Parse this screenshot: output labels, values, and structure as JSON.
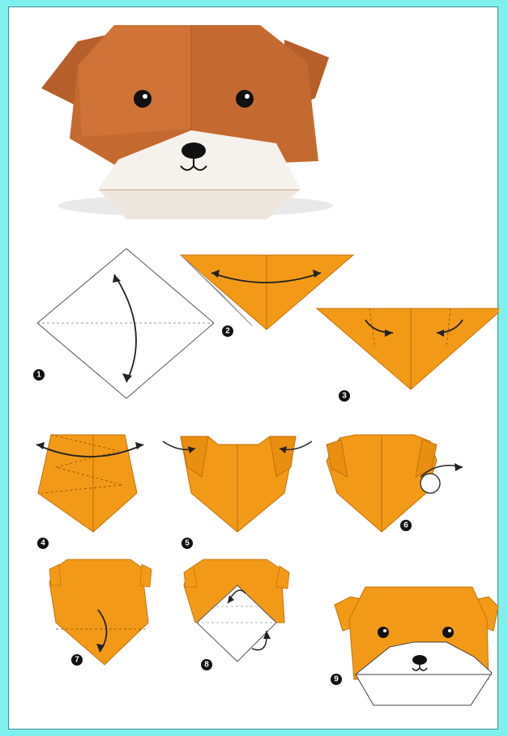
{
  "colors": {
    "background": "#7ff0ee",
    "paper_orange": "#f29a18",
    "photo_brown": "#c46a30",
    "photo_brown_dark": "#a95826",
    "muzzle_white": "#f5f1ec",
    "line": "#222222"
  },
  "steps": [
    "1",
    "2",
    "3",
    "4",
    "5",
    "6",
    "7",
    "8",
    "9"
  ]
}
